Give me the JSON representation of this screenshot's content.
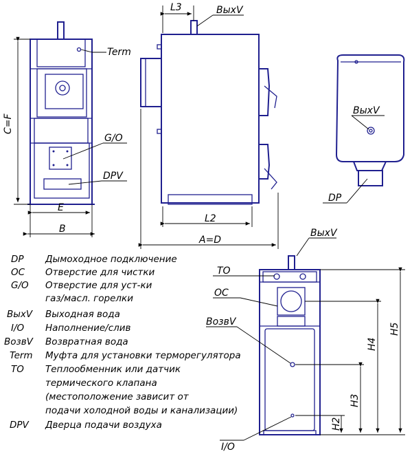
{
  "labels": {
    "L3": "L3",
    "VyhV_side": "ВыхV",
    "Term": "Term",
    "CF": "C=F",
    "GO": "G/O",
    "DPV": "DPV",
    "E": "E",
    "B": "B",
    "L2": "L2",
    "AD": "A=D",
    "VyhV_top": "ВыхV",
    "DP": "DP",
    "VyhV_back": "ВыхV",
    "TO": "TO",
    "OC": "OC",
    "VozvV": "ВозвV",
    "H2": "H2",
    "H3": "H3",
    "H4": "H4",
    "H5": "H5",
    "IO": "I/O"
  },
  "legend": [
    {
      "code": "DP",
      "text": "Дымоходное подключение"
    },
    {
      "code": "OC",
      "text": "Отверстие для чистки"
    },
    {
      "code": "G/O",
      "text": "Отверстие для уст-ки"
    },
    {
      "code": "",
      "text": "газ/масл. горелки"
    },
    {
      "code": "ВыхV",
      "text": "Выходная вода"
    },
    {
      "code": "I/O",
      "text": "Наполнение/слив"
    },
    {
      "code": "ВозвV",
      "text": "Возвратная вода"
    },
    {
      "code": "Term",
      "text": "Муфта для установки терморегулятора"
    },
    {
      "code": "TO",
      "text": "Теплообменник или датчик"
    },
    {
      "code": "",
      "text": "термического клапана"
    },
    {
      "code": "",
      "text": "(местоположение зависит от"
    },
    {
      "code": "",
      "text": "подачи холодной воды и канализации)"
    },
    {
      "code": "DPV",
      "text": "Дверца подачи воздуха"
    }
  ]
}
